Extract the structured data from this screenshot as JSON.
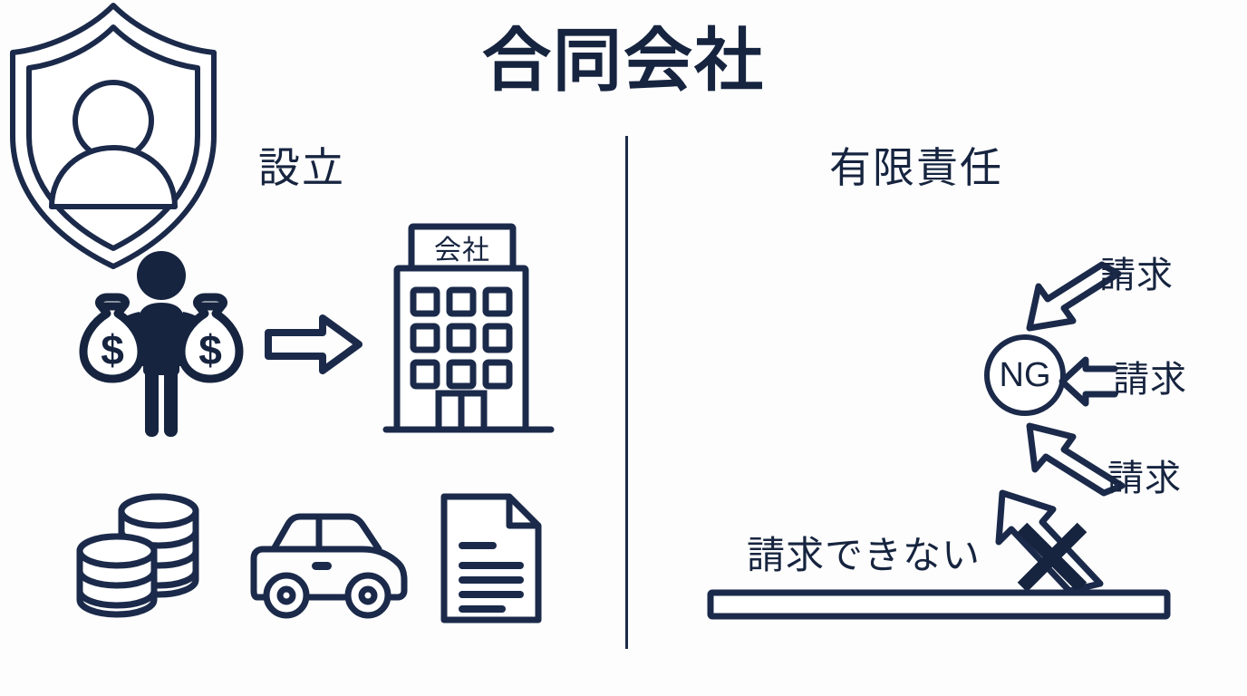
{
  "page": {
    "title": "合同会社",
    "background_color": "#fdfdfd",
    "ink_color": "#16243f",
    "stroke_color": "#1b2a4a"
  },
  "left_panel": {
    "heading": "設立",
    "building": {
      "sign_text": "会社",
      "window_rows": 3,
      "window_cols": 3,
      "icon": "office-building-icon"
    },
    "person": {
      "icon": "person-with-money-bags-icon",
      "money_symbol": "$",
      "bag_count": 2
    },
    "arrow": {
      "icon": "arrow-right-outline-icon",
      "direction": "right"
    },
    "assets": [
      {
        "icon": "coin-stacks-icon",
        "label": "coins"
      },
      {
        "icon": "car-icon",
        "label": "car"
      },
      {
        "icon": "document-icon",
        "label": "document"
      }
    ]
  },
  "right_panel": {
    "heading": "有限責任",
    "shield": {
      "icon": "shield-with-person-icon",
      "inner_icon": "person-icon"
    },
    "badge": {
      "text": "NG",
      "icon": "ng-badge-icon"
    },
    "claims": [
      {
        "label": "請求",
        "icon": "arrow-down-left-outline-icon",
        "direction": "down-left"
      },
      {
        "label": "請求",
        "icon": "arrow-left-outline-icon",
        "direction": "left"
      },
      {
        "label": "請求",
        "icon": "arrow-up-left-outline-icon",
        "direction": "up-left"
      }
    ],
    "blocked_claim": {
      "label": "請求できない",
      "icon": "arrow-up-left-crossed-icon",
      "cross_icon": "x-mark-icon"
    },
    "ground_bar": {
      "icon": "ground-bar-icon"
    }
  }
}
